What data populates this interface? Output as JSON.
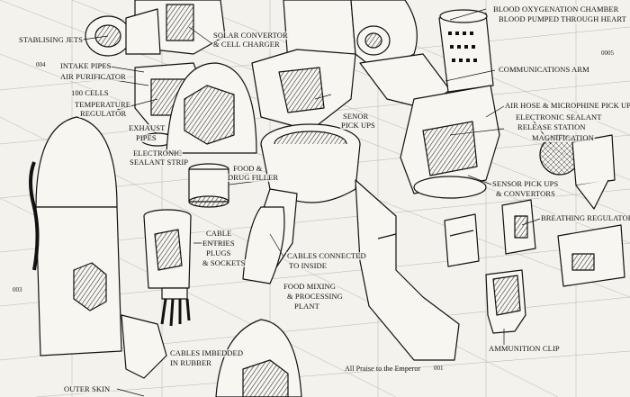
{
  "labels": {
    "stabilising_jets": "STABLISING JETS",
    "intake_pipes": "INTAKE PIPES",
    "air_purificator": "AIR PURIFICATOR",
    "cells_100": "100 CELLS",
    "temperature_regulator_1": "TEMPERATURE",
    "temperature_regulator_2": "REGULATOR",
    "exhaust_pipes_1": "EXHAUST",
    "exhaust_pipes_2": "PIPES",
    "electronic_sealant_strip_1": "ELECTRONIC",
    "electronic_sealant_strip_2": "SEALANT STRIP",
    "solar_convertor_1": "SOLAR CONVERTOR",
    "solar_convertor_2": "& CELL CHARGER",
    "food_drug_filler_1": "FOOD &",
    "food_drug_filler_2": "DRUG FILLER",
    "blood_oxygenation_1": "BLOOD OXYGENATION CHAMBER",
    "blood_oxygenation_2": "BLOOD PUMPED THROUGH HEART",
    "communications_arm": "COMMUNICATIONS ARM",
    "senor_pick_ups_1": "SENOR",
    "senor_pick_ups_2": "PICK UPS",
    "air_hose": "AIR HOSE & MICROPHINE PICK UP",
    "sealant_release_1": "ELECTRONIC SEALANT",
    "sealant_release_2": "RELEASE STATION",
    "magnification": "MAGNIFICATION",
    "sensor_convertors_1": "SENSOR PICK UPS",
    "sensor_convertors_2": "& CONVERTORS",
    "breathing_regulator": "BREATHING REGULATOR",
    "cable_entries_1": "CABLE",
    "cable_entries_2": "ENTRIES",
    "cable_entries_3": "PLUGS",
    "cable_entries_4": "& SOCKETS",
    "cables_connected_1": "CABLES CONNECTED",
    "cables_connected_2": "TO INSIDE",
    "food_mixing_1": "FOOD MIXING",
    "food_mixing_2": "& PROCESSING",
    "food_mixing_3": "PLANT",
    "cables_imbedded_1": "CABLES IMBEDDED",
    "cables_imbedded_2": "IN RUBBER",
    "ammunition_clip": "AMMUNITION CLIP",
    "outer_skin": "OUTER SKIN",
    "all_praise": "All Praise to the Emperor"
  },
  "plate_numbers": {
    "n004": "004",
    "n0005": "0005",
    "n003": "003",
    "n001": "001"
  },
  "colors": {
    "ink": "#111111",
    "paper": "#f4f2ec",
    "grid": "#b8b4aa"
  }
}
